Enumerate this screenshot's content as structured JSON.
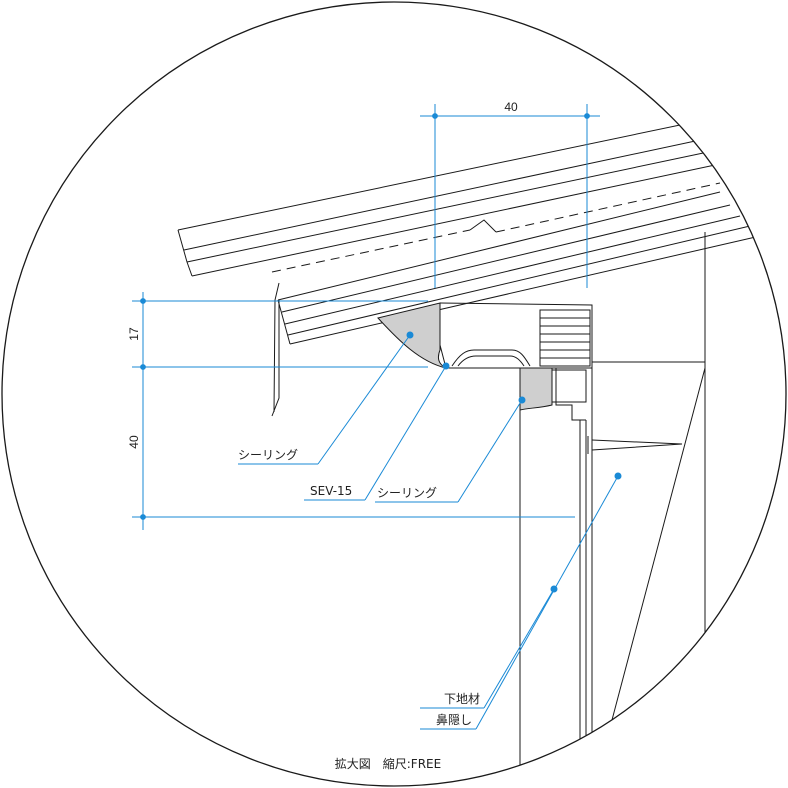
{
  "colors": {
    "line": "#1a1a1a",
    "dimension": "#1a8ad6",
    "sealant_fill": "#cfcfcf",
    "background": "#ffffff"
  },
  "dimensions": {
    "top_width": "40",
    "vertical_upper": "17",
    "vertical_lower": "40"
  },
  "labels": {
    "sealing_left": "シーリング",
    "product": "SEV-15",
    "sealing_right": "シーリング",
    "substrate": "下地材",
    "fascia": "鼻隠し"
  },
  "caption": "拡大図　縮尺:FREE"
}
